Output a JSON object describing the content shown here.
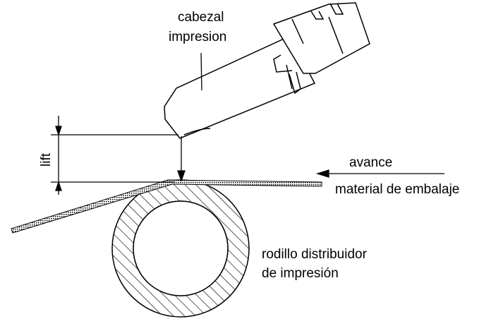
{
  "labels": {
    "head_line1": "cabezal",
    "head_line2": "impresion",
    "lift": "lift",
    "feed": "avance",
    "material": "material de embalaje",
    "roller_line1": "rodillo distribuidor",
    "roller_line2": "de impresión"
  },
  "colors": {
    "ink": "#000000",
    "background": "#ffffff"
  }
}
